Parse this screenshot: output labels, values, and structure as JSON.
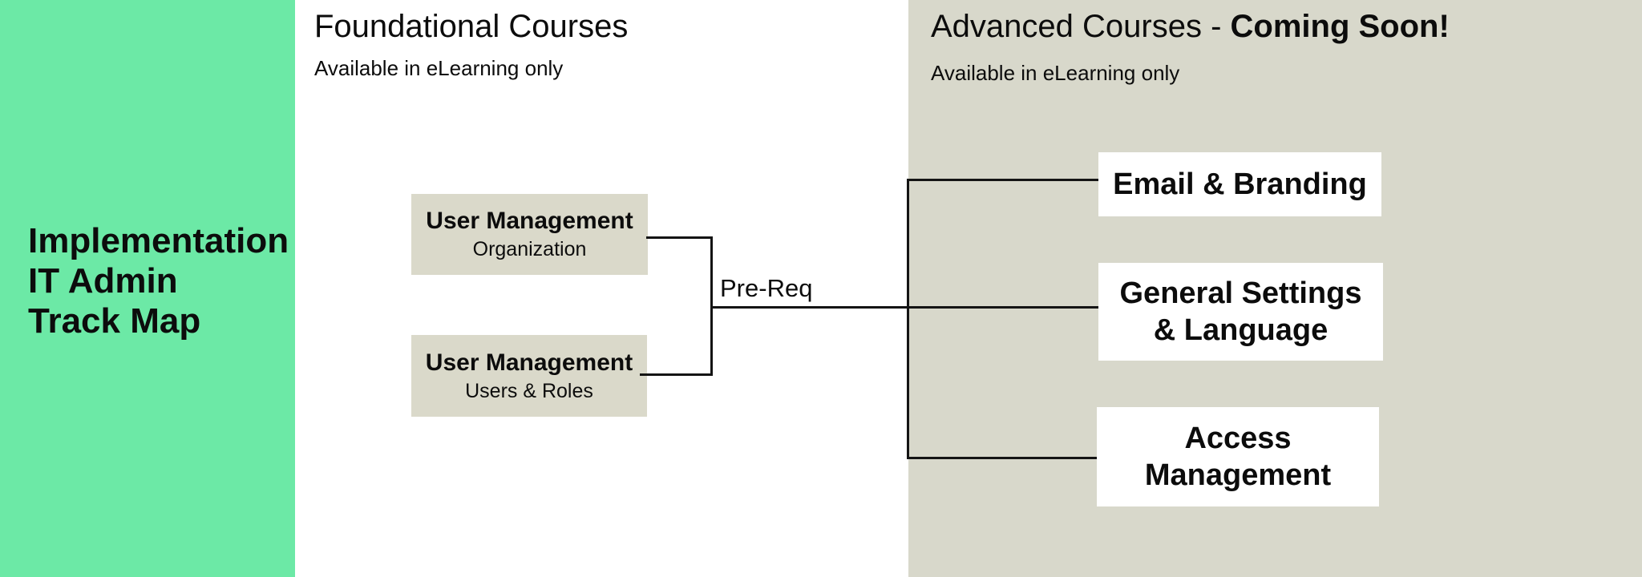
{
  "colors": {
    "sidebar_green": "#6CE9A6",
    "panel_beige": "#D8D8CB",
    "course_box_beige": "#DAD9CA",
    "line_black": "#141414"
  },
  "sidebar": {
    "title_lines": [
      "Implementation",
      "IT Admin",
      "Track Map"
    ]
  },
  "foundational": {
    "title": "Foundational Courses",
    "subtitle": "Available in eLearning only",
    "courses": [
      {
        "title": "User Management",
        "subtitle": "Organization"
      },
      {
        "title": "User Management",
        "subtitle": "Users & Roles"
      }
    ]
  },
  "connector": {
    "label": "Pre-Req"
  },
  "advanced": {
    "title_regular": "Advanced Courses - ",
    "title_bold": "Coming Soon!",
    "subtitle": "Available in eLearning only",
    "courses": [
      {
        "line1": "Email & Branding",
        "line2": ""
      },
      {
        "line1": "General Settings",
        "line2": "& Language"
      },
      {
        "line1": "Access",
        "line2": "Management"
      }
    ]
  }
}
